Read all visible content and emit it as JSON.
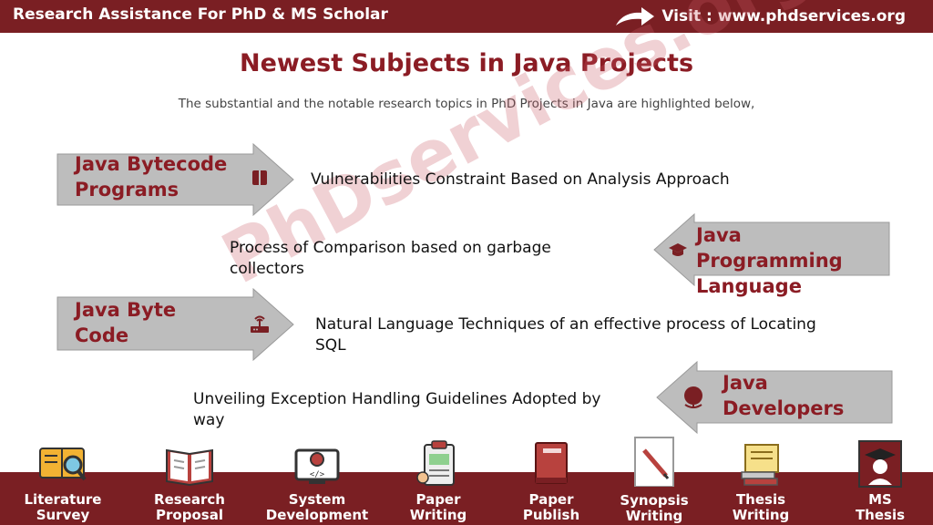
{
  "header": {
    "left_text": "Research Assistance For PhD & MS Scholar",
    "right_text": "Visit : www.phdservices.org"
  },
  "main": {
    "title": "Newest Subjects in Java Projects",
    "subtitle": "The substantial and the notable research topics in PhD Projects in Java are highlighted below,"
  },
  "topics": [
    {
      "label_line1": "Java Bytecode",
      "label_line2": "Programs",
      "icon": "book-icon",
      "description": "Vulnerabilities Constraint Based on Analysis Approach"
    },
    {
      "label_line1": "Java Programming",
      "label_line2": "Language",
      "icon": "graduation-cap-icon",
      "description_line1": "Process of Comparison based on garbage",
      "description_line2": "collectors"
    },
    {
      "label_line1": "Java Byte",
      "label_line2": "Code",
      "icon": "router-icon",
      "description_line1": "Natural Language Techniques of an effective process of Locating",
      "description_line2": "SQL"
    },
    {
      "label_line1": "Java",
      "label_line2": "Developers",
      "icon": "globe-icon",
      "description_line1": "Unveiling Exception Handling Guidelines Adopted by",
      "description_line2": "way"
    }
  ],
  "watermark": "PhDservices.org",
  "footer": {
    "items": [
      {
        "line1": "Literature",
        "line2": "Survey",
        "icon": "magnifier-book-icon"
      },
      {
        "line1": "Research",
        "line2": "Proposal",
        "icon": "open-book-icon"
      },
      {
        "line1": "System",
        "line2": "Development",
        "icon": "computer-icon"
      },
      {
        "line1": "Paper",
        "line2": "Writing",
        "icon": "clipboard-icon"
      },
      {
        "line1": "Paper",
        "line2": "Publish",
        "icon": "closed-book-icon"
      },
      {
        "line1": "Synopsis",
        "line2": "Writing",
        "icon": "pen-paper-icon"
      },
      {
        "line1": "Thesis",
        "line2": "Writing",
        "icon": "scroll-icon"
      },
      {
        "line1": "MS",
        "line2": "Thesis",
        "icon": "graduate-icon"
      }
    ]
  },
  "colors": {
    "brand": "#7a1f23",
    "accent": "#8b1c24",
    "arrow_fill": "#bdbdbd"
  }
}
